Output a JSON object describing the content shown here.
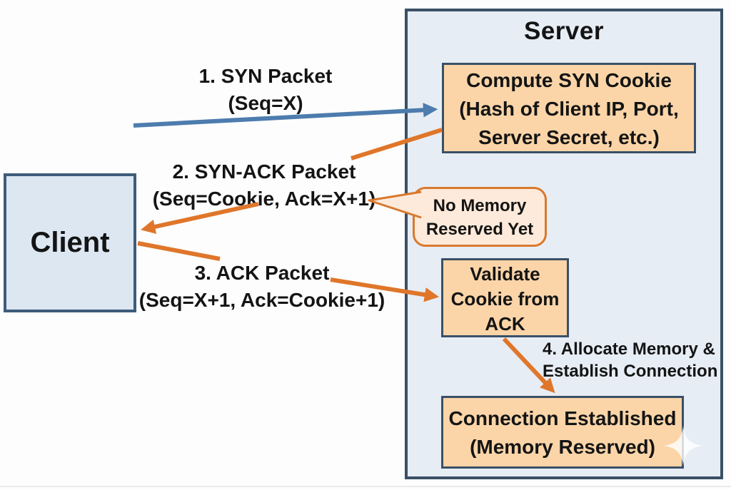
{
  "client": {
    "label": "Client"
  },
  "server": {
    "title": "Server",
    "compute_box": {
      "line1": "Compute SYN Cookie",
      "line2": "(Hash of Client IP, Port,",
      "line3": "Server Secret, etc.)"
    },
    "no_memory_callout": {
      "line1": "No Memory",
      "line2": "Reserved Yet"
    },
    "validate_box": {
      "line1": "Validate",
      "line2": "Cookie from",
      "line3": "ACK"
    },
    "established_box": {
      "line1": "Connection Established",
      "line2": "(Memory Reserved)"
    }
  },
  "messages": {
    "syn": {
      "line1": "1. SYN Packet",
      "line2": "(Seq=X)"
    },
    "syn_ack": {
      "line1": "2. SYN-ACK Packet",
      "line2": "(Seq=Cookie, Ack=X+1)"
    },
    "ack": {
      "line1": "3. ACK Packet",
      "line2": "(Seq=X+1, Ack=Cookie+1)"
    },
    "step4": {
      "line1": "4. Allocate Memory &",
      "line2": "Establish Connection"
    }
  },
  "colors": {
    "server_fill": "#e7edf4",
    "panel_border": "#3a5066",
    "client_fill": "#dce7f2",
    "process_box_fill": "#fbd5a8",
    "callout_fill": "#fdeada",
    "callout_border": "#d8792e",
    "blue_arrow": "#4d7cae",
    "orange_arrow": "#df762a",
    "text": "#141414"
  }
}
